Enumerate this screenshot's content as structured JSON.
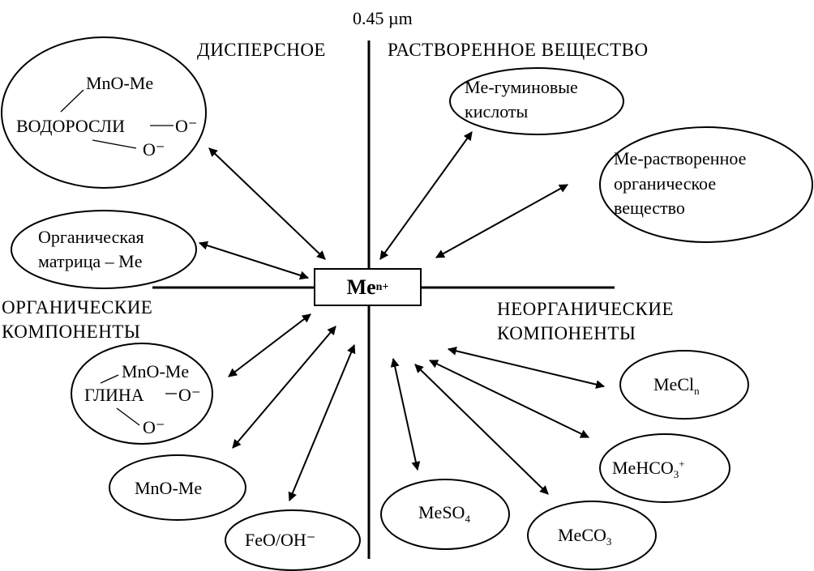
{
  "diagram": {
    "center": {
      "base": "Me",
      "superscript": "n+"
    },
    "boundary_label": "0.45 µm",
    "quadrants": {
      "top_left": "ДИСПЕРСНОЕ",
      "top_right": "РАСТВОРЕННОЕ ВЕЩЕСТВО",
      "bottom_left": [
        "ОРГАНИЧЕСКИЕ",
        "КОМПОНЕНТЫ"
      ],
      "bottom_right": [
        "НЕОРГАНИЧЕСКИЕ",
        "КОМПОНЕНТЫ"
      ]
    },
    "nodes": {
      "algae": {
        "main": "ВОДОРОСЛИ",
        "mno": "MnO-Me",
        "o1": "O⁻",
        "o2": "O⁻"
      },
      "organic_matrix": [
        "Органическая",
        "матрица – Me"
      ],
      "humic": [
        "Me-гуминовые",
        "кислоты"
      ],
      "dom": [
        "Me-растворенное",
        "органическое",
        "вещество"
      ],
      "clay": {
        "main": "ГЛИНА",
        "mno": "MnO-Me",
        "o1": "O⁻",
        "o2": "O⁻"
      },
      "mno_me": "MnO-Me",
      "feo": "FeO/OH⁻",
      "meso4": {
        "base": "MeSO",
        "sub": "4"
      },
      "meco3": {
        "base": "MeCO",
        "sub": "3"
      },
      "mehco3": {
        "base": "MeHCO",
        "sub": "3",
        "sup": "+"
      },
      "mecln": {
        "base": "MeCl",
        "sub": "n"
      }
    }
  }
}
